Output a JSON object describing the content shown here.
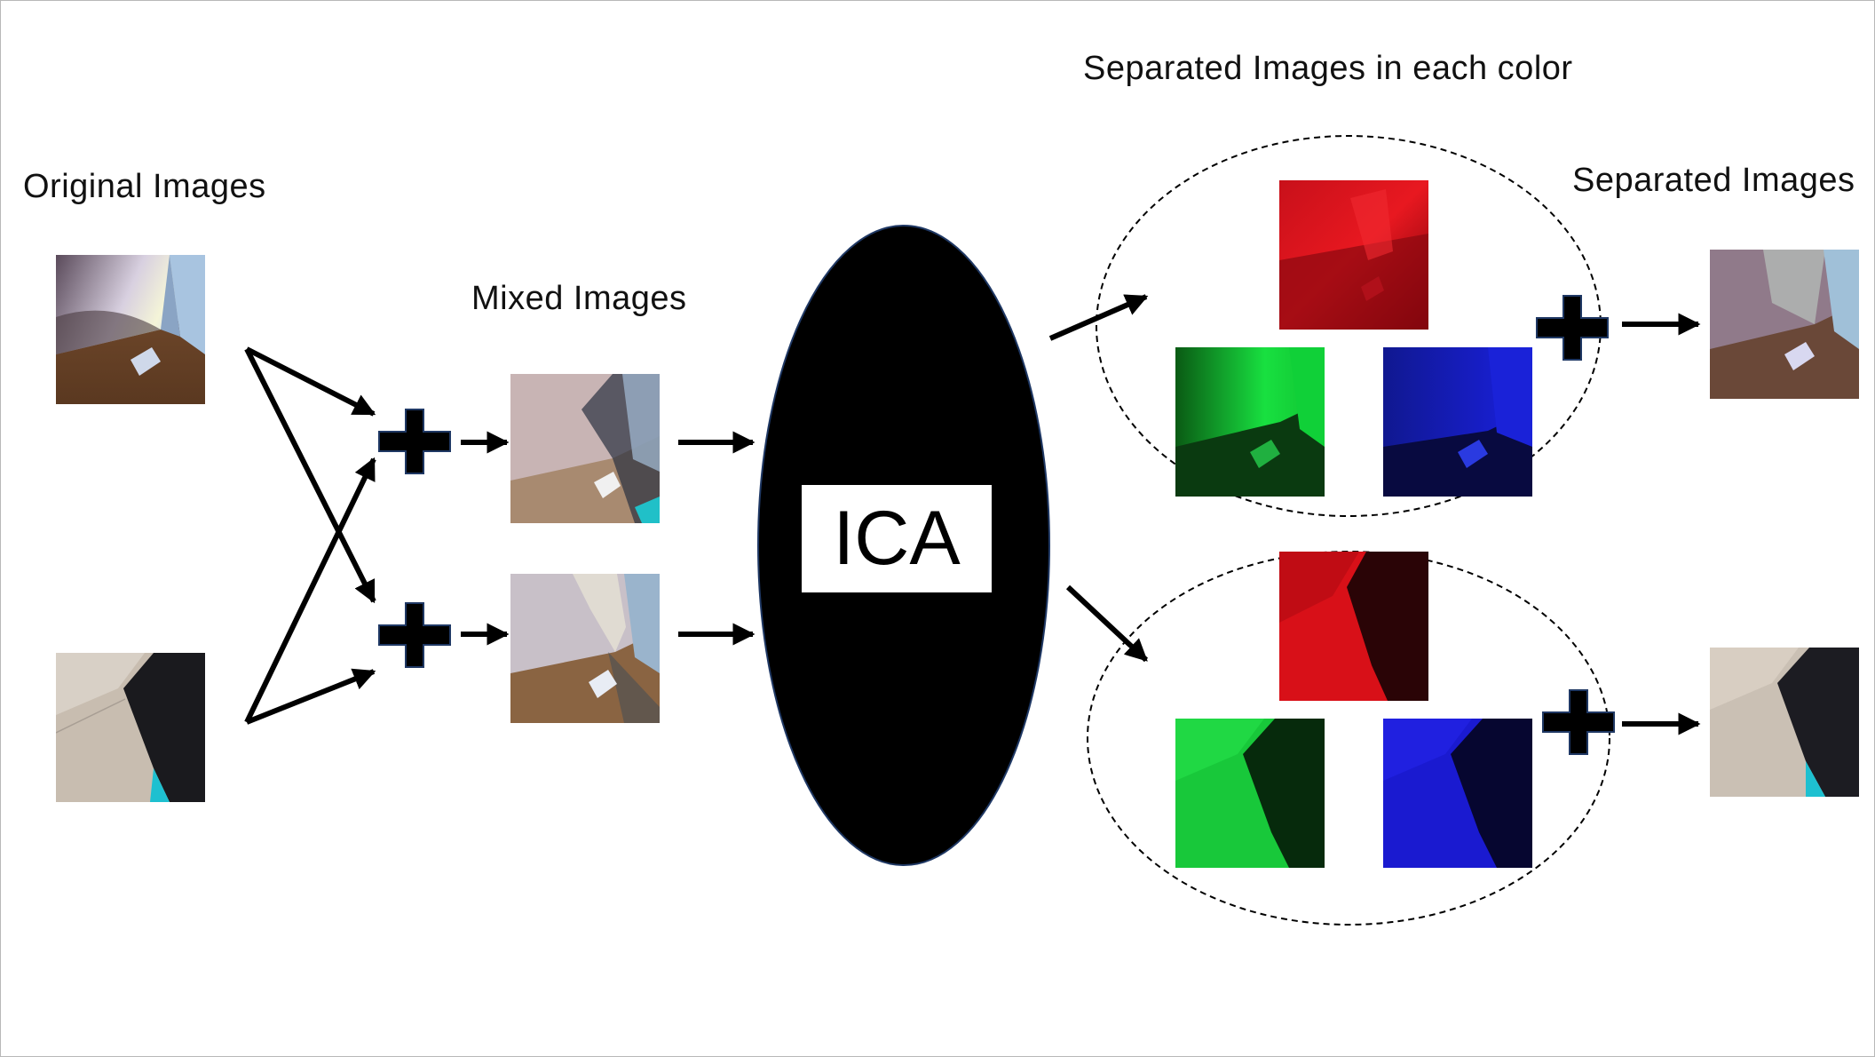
{
  "labels": {
    "original": "Original Images",
    "mixed": "Mixed Images",
    "separated_each_color": "Separated Images in each color",
    "separated": "Separated Images",
    "ica": "ICA"
  },
  "colors": {
    "red_channel": "#e0141e",
    "green_channel": "#16e03a",
    "blue_channel": "#1a1ae0",
    "ellipse": "#000000",
    "plus": "#000000",
    "plus_outline": "#1f3864"
  },
  "icons": {
    "plus": "plus-icon",
    "arrow": "arrow-icon"
  }
}
